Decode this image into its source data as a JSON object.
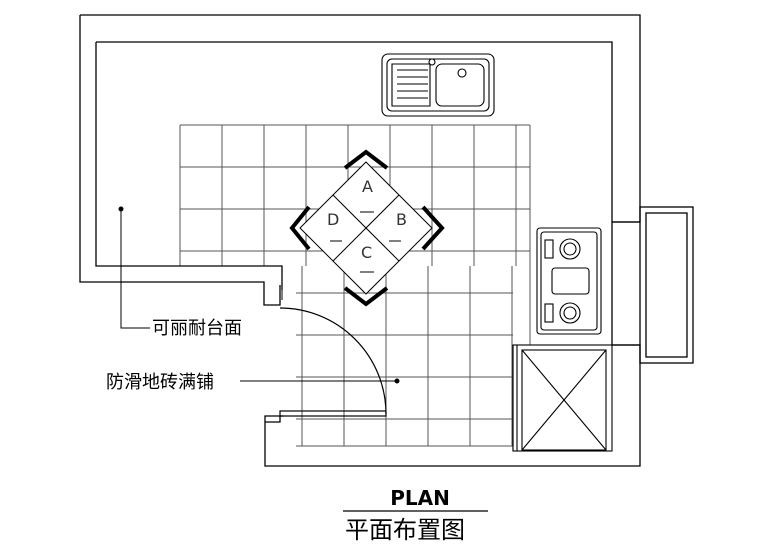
{
  "labels": {
    "countertop": "可丽耐台面",
    "floor": "防滑地砖满铺"
  },
  "medallion": {
    "a": "A",
    "b": "B",
    "c": "C",
    "d": "D"
  },
  "title": {
    "main": "PLAN",
    "sub": "平面布置图"
  },
  "colors": {
    "line": "#000000",
    "tile": "#555555"
  }
}
